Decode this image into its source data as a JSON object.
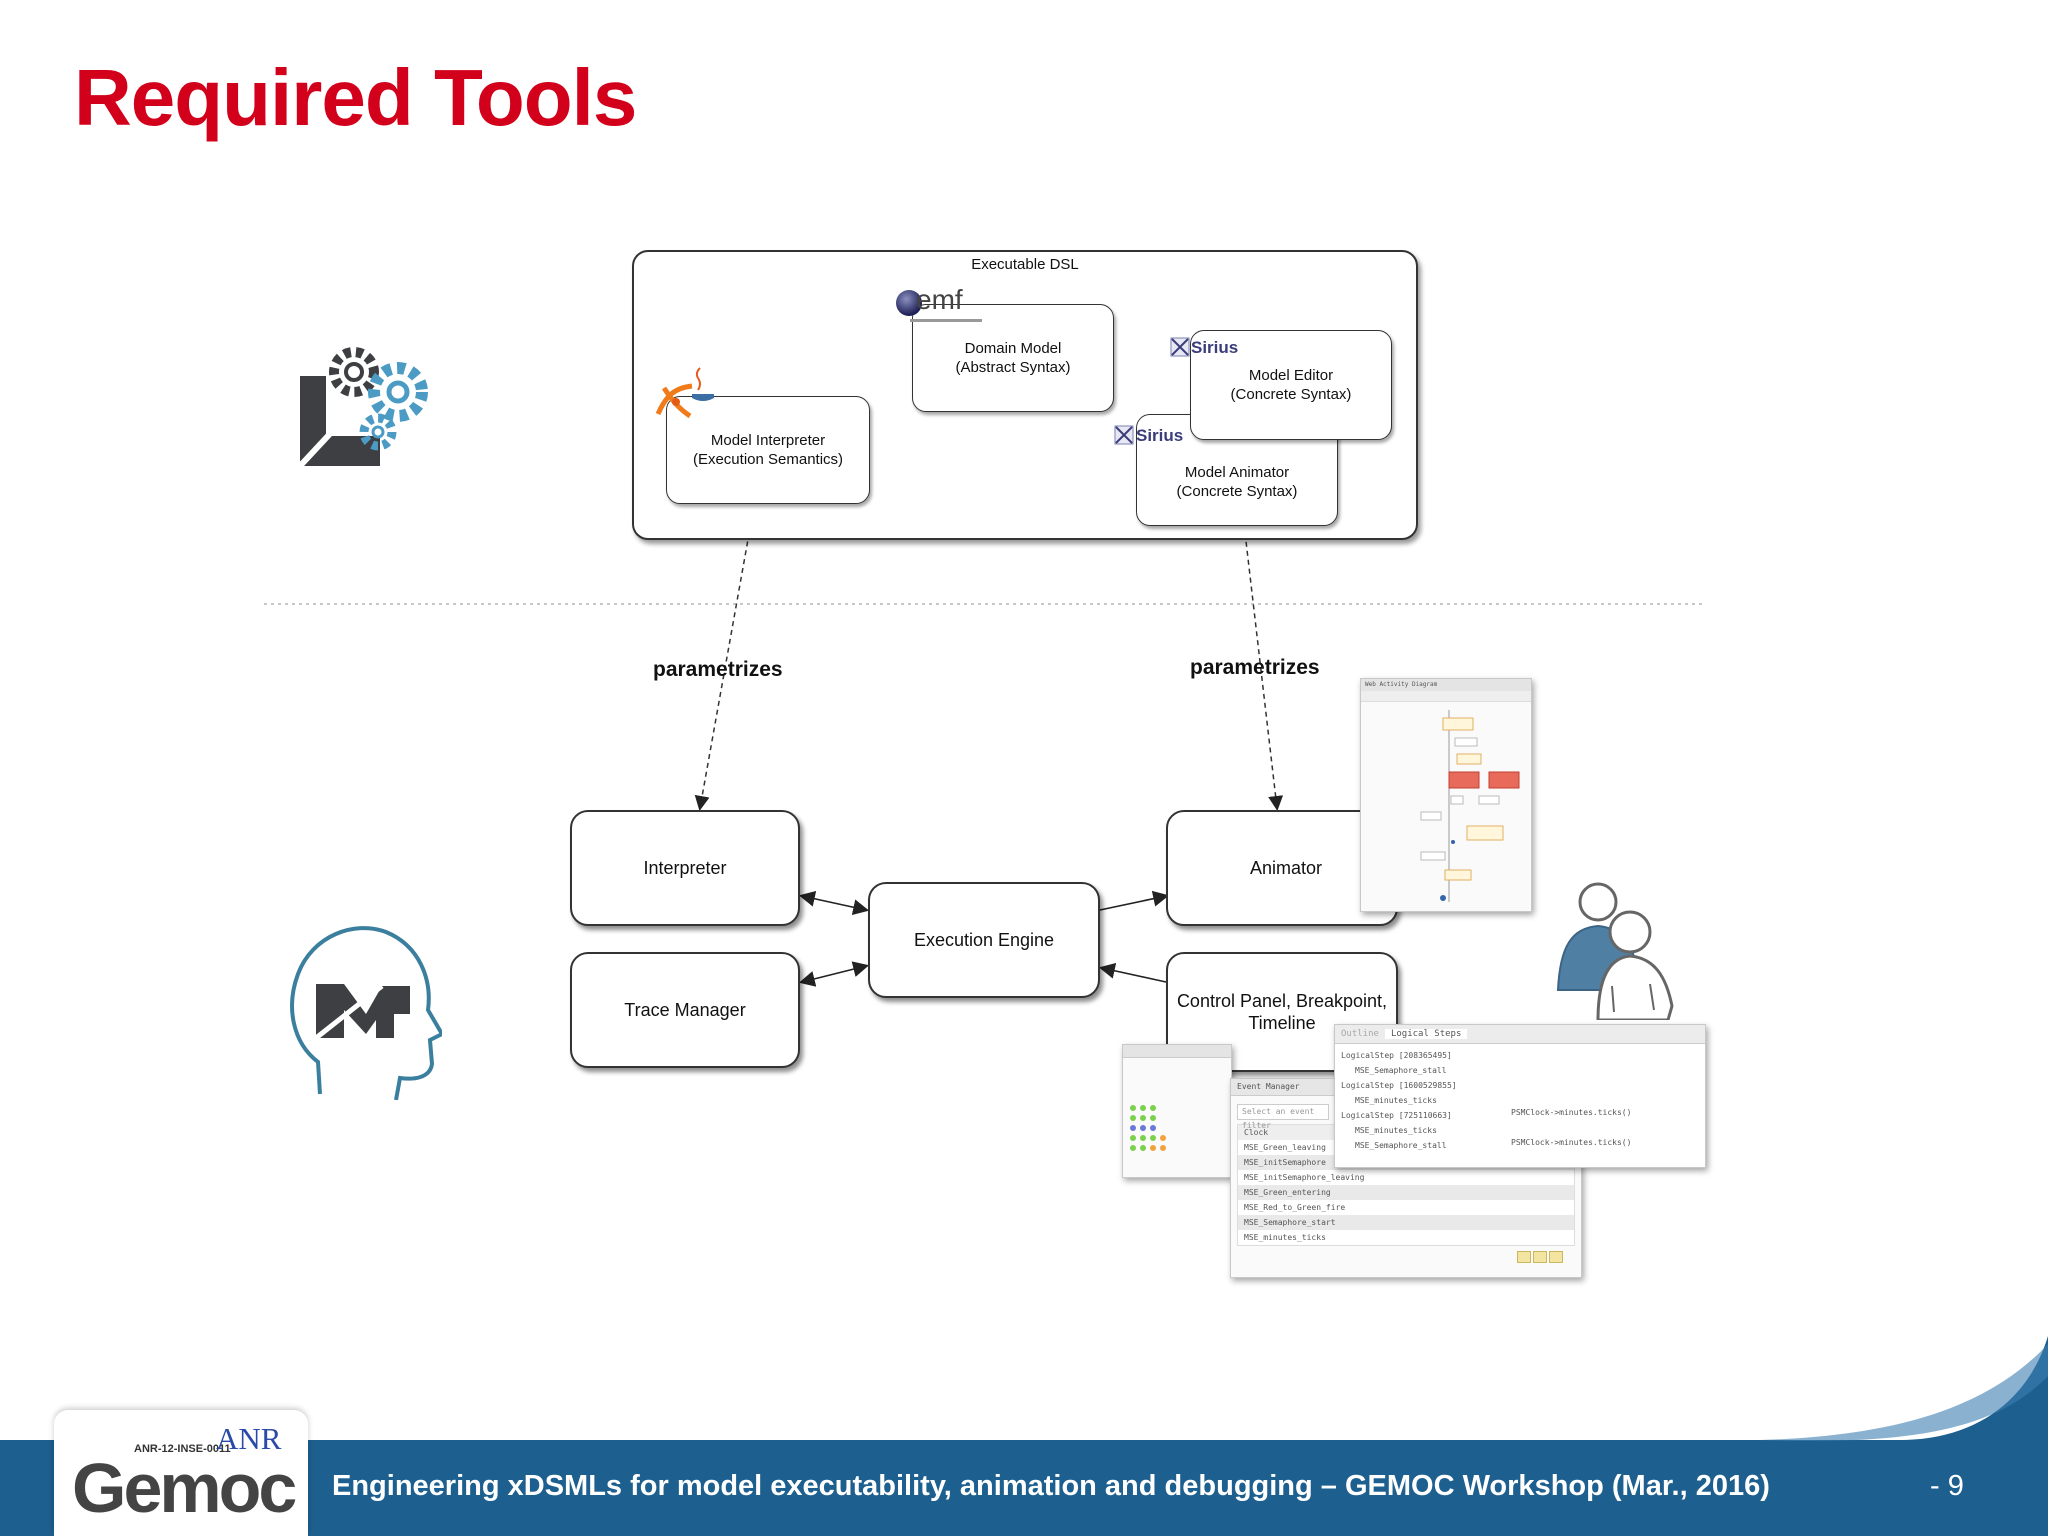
{
  "slide": {
    "title": "Required Tools"
  },
  "diagram": {
    "outer_label": "Executable DSL",
    "domain_model": {
      "line1": "Domain Model",
      "line2": "(Abstract Syntax)"
    },
    "model_editor": {
      "line1": "Model Editor",
      "line2": "(Concrete Syntax)"
    },
    "model_animator": {
      "line1": "Model Animator",
      "line2": "(Concrete Syntax)"
    },
    "model_interpreter": {
      "line1": "Model Interpreter",
      "line2": "(Execution Semantics)"
    },
    "emf_logo": "emf",
    "sirius_logo": "Sirius",
    "parametrizes_left": "parametrizes",
    "parametrizes_right": "parametrizes",
    "interpreter": "Interpreter",
    "trace_manager": "Trace Manager",
    "execution_engine": "Execution Engine",
    "animator": "Animator",
    "control_panel": {
      "line1": "Control Panel, Breakpoint,",
      "line2": "Timeline"
    }
  },
  "screenshots": {
    "outline_tab": "Outline",
    "logical_steps_tab": "Logical Steps",
    "logical_steps": [
      "LogicalStep [208365495]",
      "MSE_Semaphore_stall",
      "LogicalStep [1600529855]",
      "MSE_minutes_ticks",
      "LogicalStep [725110663]",
      "MSE_minutes_ticks",
      "MSE_Semaphore_stall"
    ],
    "clock_labels": [
      "PSMClock->minutes.ticks()",
      "PSMClock->minutes.ticks()"
    ],
    "event_manager_tab": "Event Manager",
    "event_filter_placeholder": "Select an event filter",
    "event_column": "Clock",
    "events": [
      "MSE_Green_leaving",
      "MSE_initSemaphore",
      "MSE_initSemaphore_leaving",
      "MSE_Green_entering",
      "MSE_Red_to_Green_fire",
      "MSE_Semaphore_start",
      "MSE_minutes_ticks"
    ],
    "activity_diagram_tab": "Web Activity Diagram"
  },
  "footer": {
    "text": "Engineering xDSMLs for model executability, animation and debugging – GEMOC Workshop (Mar., 2016)",
    "page_number": "- 9",
    "grant_id": "ANR-12-INSE-0011",
    "anr": "ANR",
    "project": "Gemoc"
  },
  "colors": {
    "title_red": "#d2001a",
    "footer_blue": "#1d5f8e",
    "sirius_navy": "#3a3d7a"
  }
}
